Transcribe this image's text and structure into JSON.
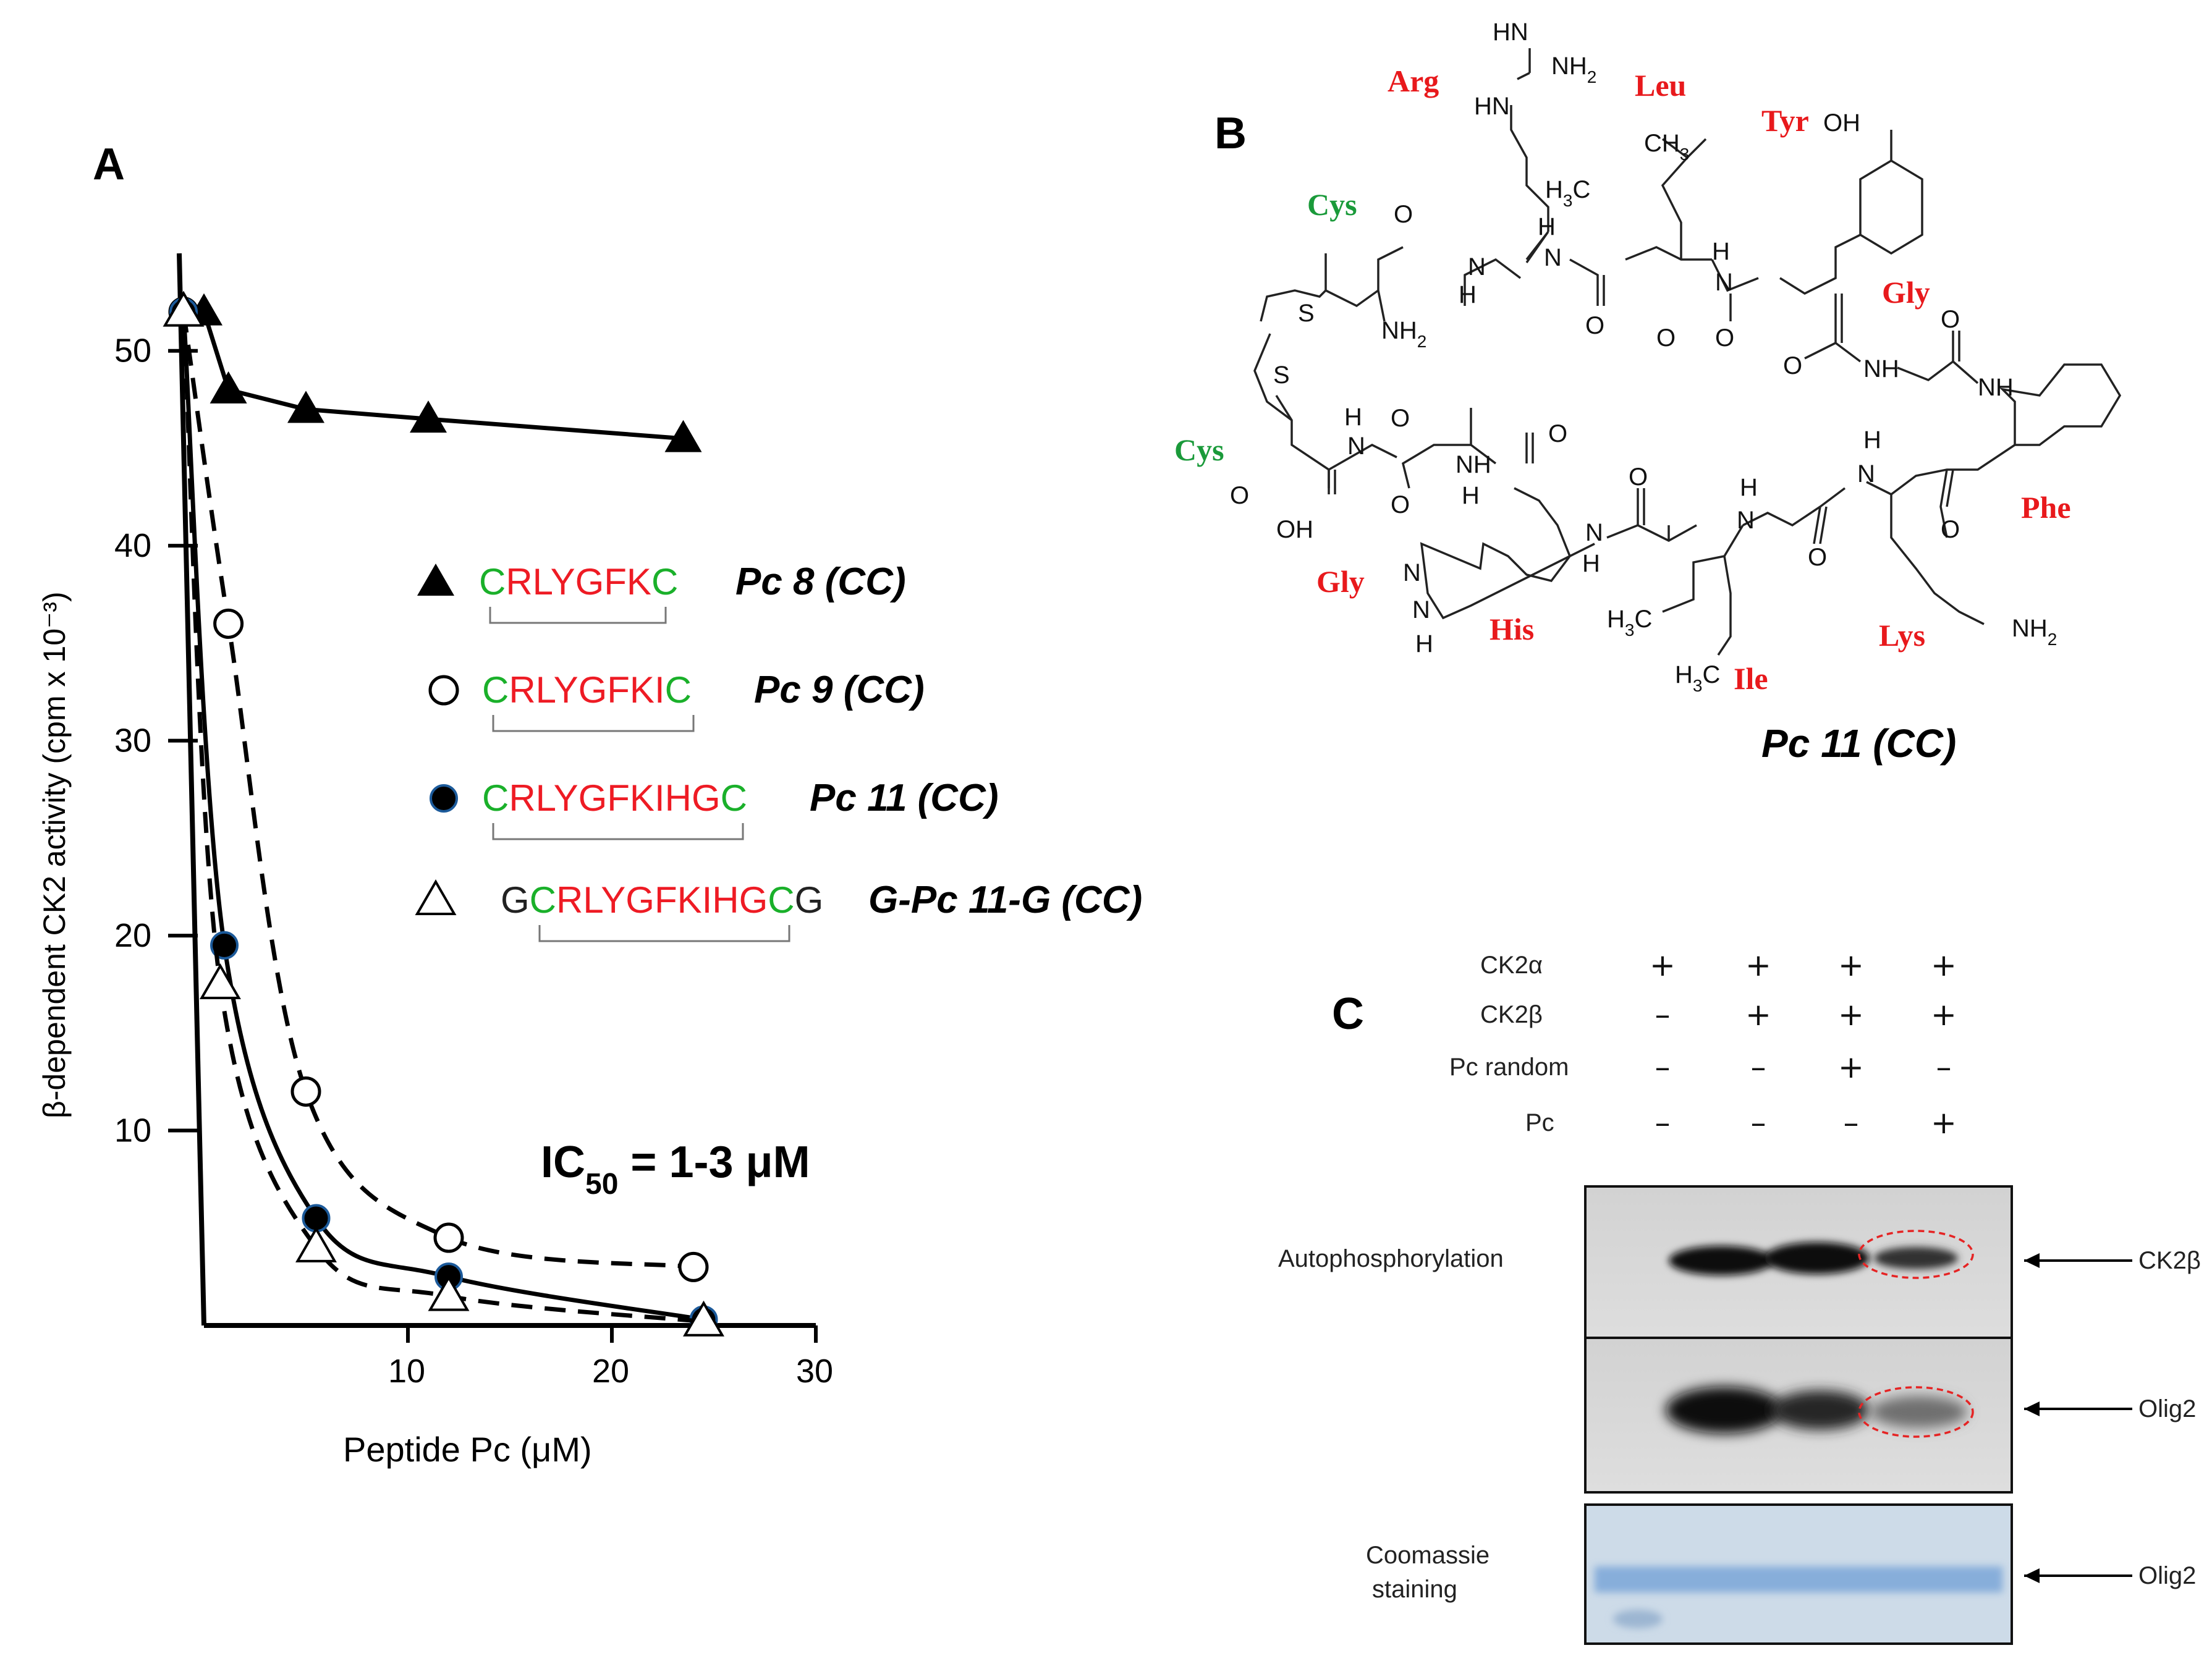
{
  "panel_a": {
    "letter": "A",
    "ic50": {
      "prefix": "IC",
      "sub": "50",
      "suffix": " = 1-3 μM"
    },
    "legend": [
      {
        "marker": "filled-triangle",
        "prefix": "",
        "seq_start": "C",
        "seq_mid": "RLYGFK",
        "seq_end": "C",
        "suffix": "",
        "name": "Pc 8 (CC)"
      },
      {
        "marker": "open-circle",
        "prefix": "",
        "seq_start": "C",
        "seq_mid": "RLYGFKI",
        "seq_end": "C",
        "suffix": "",
        "name": "Pc 9 (CC)"
      },
      {
        "marker": "filled-circle",
        "prefix": "",
        "seq_start": "C",
        "seq_mid": "RLYGFKIHG",
        "seq_end": "C",
        "suffix": "",
        "name": "Pc 11 (CC)"
      },
      {
        "marker": "open-triangle",
        "prefix": "G",
        "seq_start": "C",
        "seq_mid": "RLYGFKIHG",
        "seq_end": "C",
        "suffix": "G",
        "name": "G-Pc 11-G (CC)"
      }
    ]
  },
  "chart_data": {
    "type": "scatter",
    "xlabel": "Peptide Pc (μM)",
    "ylabel": "β-dependent CK2 activity (cpm x 10⁻³)",
    "xlim": [
      0,
      30
    ],
    "ylim": [
      0,
      55
    ],
    "xticks": [
      "10",
      "20",
      "30"
    ],
    "yticks": [
      "10",
      "20",
      "30",
      "40",
      "50"
    ],
    "series": [
      {
        "name": "Pc 8 (CC)",
        "marker": "filled-triangle",
        "line": "solid",
        "x": [
          0,
          1.2,
          5,
          11,
          23.5
        ],
        "y": [
          52,
          48,
          47,
          46.5,
          45.5
        ]
      },
      {
        "name": "Pc 9 (CC)",
        "marker": "open-circle",
        "line": "dashed",
        "x": [
          -1,
          1.2,
          5,
          12,
          24
        ],
        "y": [
          52,
          36,
          12,
          4.5,
          3
        ]
      },
      {
        "name": "Pc 11 (CC)",
        "marker": "filled-circle",
        "line": "solid",
        "x": [
          -1,
          1,
          5.5,
          12,
          24.5
        ],
        "y": [
          52,
          19.5,
          5.5,
          2.5,
          0.3
        ]
      },
      {
        "name": "G-Pc 11-G (CC)",
        "marker": "open-triangle",
        "line": "dashed",
        "x": [
          -1,
          0.8,
          5.5,
          12,
          24.5
        ],
        "y": [
          52,
          17.5,
          4,
          1.5,
          0.2
        ]
      }
    ],
    "grid": false
  },
  "panel_b": {
    "letter": "B",
    "title": "Pc 11 (CC)",
    "residues_red": [
      "Arg",
      "Leu",
      "Tyr",
      "Gly",
      "Phe",
      "Lys",
      "Ile",
      "His",
      "Gly"
    ],
    "residues_green": [
      "Cys",
      "Cys"
    ],
    "atoms": {
      "hn": "HN",
      "nh2": "NH",
      "two": "2",
      "hn2": "HN",
      "ch3": "CH",
      "three": "3",
      "h3c": "H",
      "c": "C",
      "oh": "OH",
      "o": "O",
      "n": "N",
      "h": "H",
      "s": "S",
      "nh": "NH",
      "ho": "OH",
      "i_nh2": "NH"
    }
  },
  "panel_c": {
    "letter": "C",
    "rows": [
      {
        "label": "CK2α",
        "signs": [
          "+",
          "+",
          "+",
          "+"
        ]
      },
      {
        "label": "CK2β",
        "signs": [
          "–",
          "+",
          "+",
          "+"
        ]
      },
      {
        "label": "Pc random",
        "signs": [
          "–",
          "–",
          "+",
          "–"
        ]
      },
      {
        "label": "Pc",
        "signs": [
          "–",
          "–",
          "–",
          "+"
        ]
      }
    ],
    "blots": [
      {
        "label": "Autophosphorylation",
        "band": "CK2β"
      },
      {
        "label": "Olig2",
        "band": "Olig2"
      },
      {
        "label_line1": "Coomassie",
        "label_line2": "staining",
        "band": "Olig2"
      }
    ]
  }
}
